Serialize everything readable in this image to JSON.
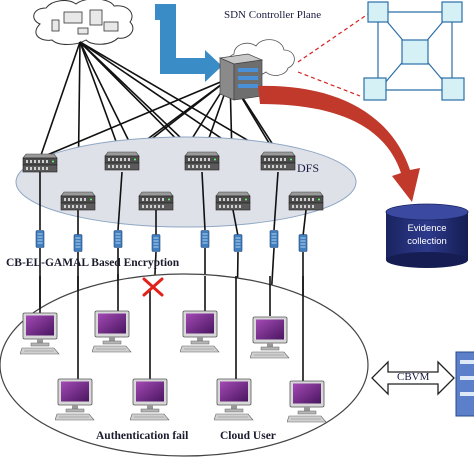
{
  "labels": {
    "sdn_controller": "SDN Controller Plane",
    "dfs": "DFS",
    "encryption": "CB-EL-GAMAL Based Encryption",
    "evidence_line1": "Evidence",
    "evidence_line2": "collection",
    "cbvm": "CBVM",
    "auth_fail": "Authentication fail",
    "cloud_user": "Cloud User"
  },
  "colors": {
    "link_blue": "#3a8cc7",
    "dfs_ellipse": "#dfe1e9",
    "arrow_red": "#c0392b",
    "evidence_cylinder": "#1f2a6b",
    "topology_node": "#d6f1f5",
    "fail_mark": "#e0221b",
    "monitor_screen": "#7a2a8a"
  }
}
